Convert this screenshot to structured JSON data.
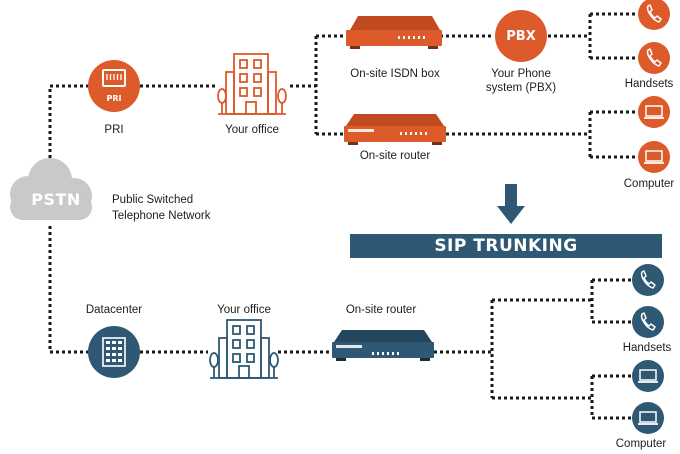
{
  "top": {
    "pri_label": "PRI",
    "pri_icon_text": "PRI",
    "office_label": "Your office",
    "isdn_label": "On-site ISDN box",
    "pbx_icon_text": "PBX",
    "pbx_label_line1": "Your Phone",
    "pbx_label_line2": "system (PBX)",
    "router_label": "On-site router",
    "handsets_label": "Handsets",
    "computer_label": "Computer"
  },
  "pstn": {
    "label": "PSTN",
    "desc_line1": "Public Switched",
    "desc_line2": "Telephone Network"
  },
  "banner": {
    "label": "SIP TRUNKING"
  },
  "bottom": {
    "datacenter_label": "Datacenter",
    "office_label": "Your office",
    "router_label": "On-site router",
    "handsets_label": "Handsets",
    "computer_label": "Computer"
  },
  "colors": {
    "orange": "#dd5a2b",
    "navy": "#2e5874",
    "cloud": "#c9c9c9",
    "line": "#1a1a1a"
  }
}
